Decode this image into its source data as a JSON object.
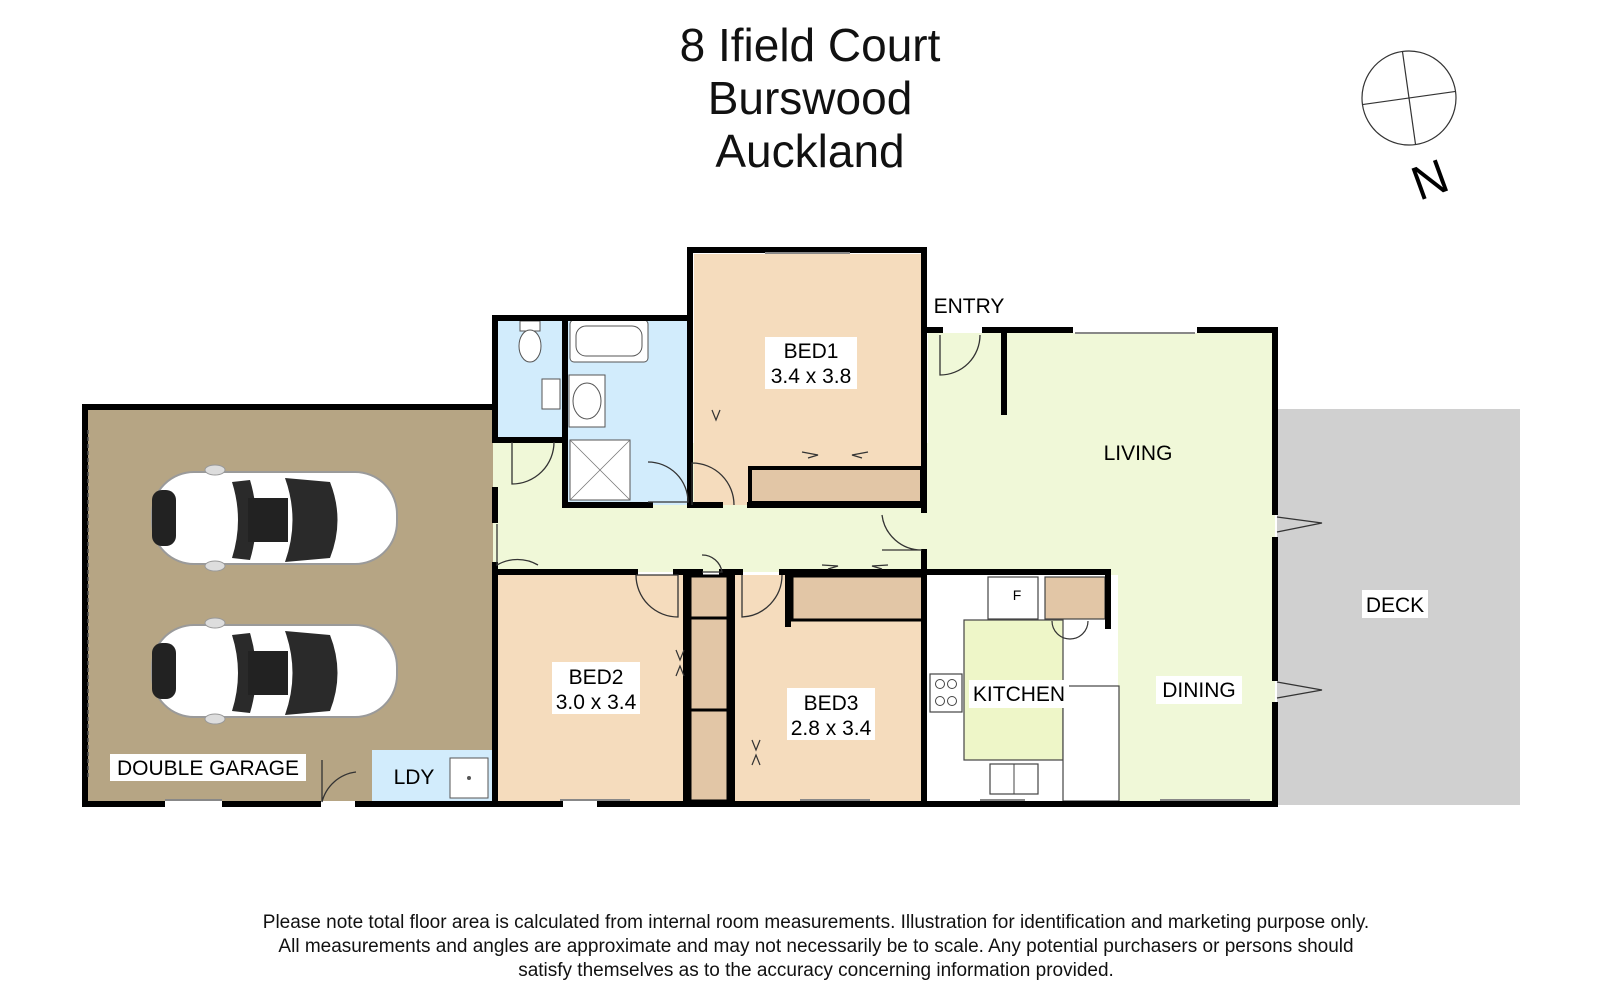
{
  "title": {
    "line1": "8 Ifield Court",
    "line2": "Burswood",
    "line3": "Auckland"
  },
  "compass": {
    "label": "N"
  },
  "rooms": {
    "entry": "ENTRY",
    "living": "LIVING",
    "bed1": {
      "name": "BED1",
      "dims": "3.4 x 3.8"
    },
    "bed2": {
      "name": "BED2",
      "dims": "3.0 x 3.4"
    },
    "bed3": {
      "name": "BED3",
      "dims": "2.8 x 3.4"
    },
    "deck": "DECK",
    "kitchen": "KITCHEN",
    "dining": "DINING",
    "fridge": "F",
    "garage": "DOUBLE GARAGE",
    "laundry": "LDY"
  },
  "colors": {
    "garage": "#b6a584",
    "bedroom": "#f5dcbd",
    "bathroom": "#d2ecfc",
    "living": "#f0f8d8",
    "deck": "#d0d0d0",
    "wall": "#000000"
  },
  "disclaimer": {
    "line1": "Please note total floor area is calculated from internal room measurements.  Illustration for identification and marketing purpose only.",
    "line2": "All measurements and angles are approximate and may not necessarily be to scale.  Any potential purchasers or persons should",
    "line3": "satisfy themselves as to the accuracy concerning information provided."
  }
}
